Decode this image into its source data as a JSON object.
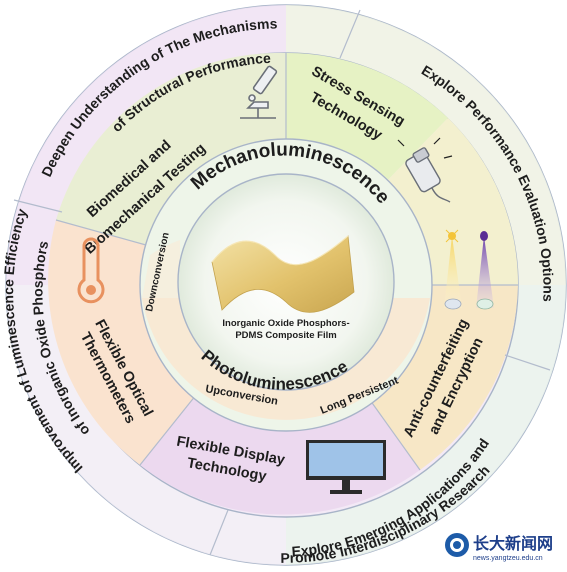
{
  "center": {
    "line1": "Inorganic Oxide Phosphors-",
    "line2": "PDMS Composite Film"
  },
  "inner_ring": {
    "top": "Mechanoluminescence",
    "bottom": "Photoluminescence",
    "sub": {
      "downconversion": "Downconversion",
      "upconversion": "Upconversion",
      "long_persistent": "Long Persistent"
    }
  },
  "middle_ring": {
    "biomedical": {
      "line1": "Biomedical and",
      "line2": "Biomechanical Testing"
    },
    "stress": {
      "line1": "Stress Sensing",
      "line2": "Technology"
    },
    "anticounterfeit": {
      "line1": "Anti-counterfeiting",
      "line2": "and Encryption"
    },
    "display": {
      "line1": "Flexible Display",
      "line2": "Technology"
    },
    "thermo": {
      "line1": "Flexible Optical",
      "line2": "Thermometers"
    }
  },
  "outer_ring": {
    "deepen": {
      "line1": "Deepen Understanding of The Mechanisms",
      "line2": "of Structural Performance"
    },
    "explore_perf": {
      "line1": "Explore Performance Evaluation Options"
    },
    "explore_emerging": {
      "line1": "Explore Emerging Applications and",
      "line2": "Promote Interdisciplinary Research"
    },
    "improve": {
      "line1": "Improvement of Luminescence Efficiency",
      "line2": "of Inorganic Oxide Phosphors"
    }
  },
  "watermark": {
    "name": "长大新闻网",
    "url": "news.yangtzeu.edu.cn"
  },
  "icons": {
    "microscope": "microscope-icon",
    "sensor": "sensor-icon",
    "thermometer": "thermometer-icon",
    "monitor": "monitor-icon",
    "lights": "uv-light-icon",
    "film": "film-icon"
  },
  "colors": {
    "sector_green": "#e5f3c6",
    "sector_peach": "#fbe3cb",
    "sector_lilac": "#eadbf2",
    "inner_ring": "#eef5e9",
    "ring_stroke": "#a8b4c8",
    "film": "#e9cf82"
  }
}
